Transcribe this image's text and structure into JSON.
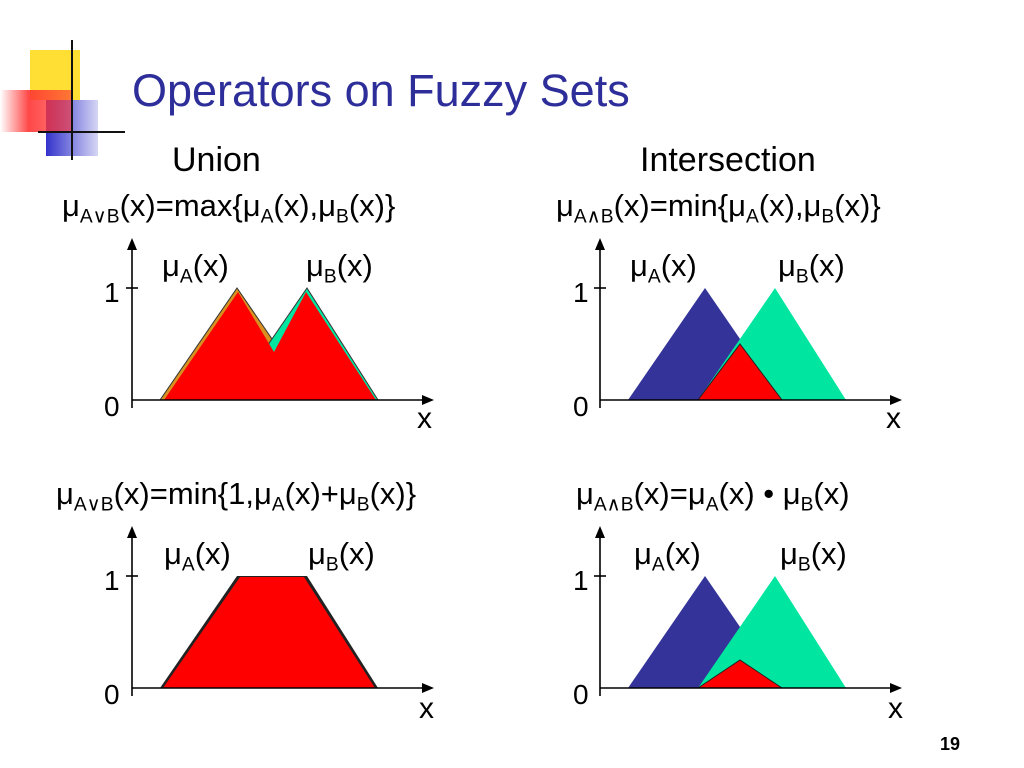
{
  "slide": {
    "title": "Operators on Fuzzy Sets",
    "page_number": "19",
    "colors": {
      "title": "#2e2e9a",
      "set_a": "#333399",
      "set_b": "#00e6a0",
      "result": "#ff0000",
      "logo_yellow": "#ffdf33",
      "logo_blue": "#3333cc",
      "logo_red": "#ff3333"
    }
  },
  "columns": {
    "union": "Union",
    "intersection": "Intersection"
  },
  "panels": [
    {
      "id": "union-max",
      "formula": {
        "mu": "μ",
        "sub": "A∨B",
        "rest_html": "(x)=max{μ<sub>A</sub>(x),μ<sub>B</sub>(x)}"
      },
      "label_a": {
        "mu": "μ",
        "sub": "A",
        "rest": "(x)"
      },
      "label_b": {
        "mu": "μ",
        "sub": "B",
        "rest": "(x)"
      },
      "y_ticks": [
        "1",
        "0"
      ],
      "x_label": "x",
      "result_peak": 1.0,
      "result_kind": "max"
    },
    {
      "id": "intersection-min",
      "formula": {
        "mu": "μ",
        "sub": "A∧B",
        "rest_html": "(x)=min{μ<sub>A</sub>(x),μ<sub>B</sub>(x)}"
      },
      "label_a": {
        "mu": "μ",
        "sub": "A",
        "rest": "(x)"
      },
      "label_b": {
        "mu": "μ",
        "sub": "B",
        "rest": "(x)"
      },
      "y_ticks": [
        "1",
        "0"
      ],
      "x_label": "x",
      "result_peak": 0.5,
      "result_kind": "min"
    },
    {
      "id": "union-bounded-sum",
      "formula": {
        "mu": "μ",
        "sub": "A∨B",
        "rest_html": "(x)=min{1,μ<sub>A</sub>(x)+μ<sub>B</sub>(x)}"
      },
      "label_a": {
        "mu": "μ",
        "sub": "A",
        "rest": "(x)"
      },
      "label_b": {
        "mu": "μ",
        "sub": "B",
        "rest": "(x)"
      },
      "y_ticks": [
        "1",
        "0"
      ],
      "x_label": "x",
      "result_peak": 1.0,
      "result_kind": "bounded-sum"
    },
    {
      "id": "intersection-product",
      "formula": {
        "mu": "μ",
        "sub": "A∧B",
        "rest_html": "(x)=μ<sub>A</sub>(x) • μ<sub>B</sub>(x)"
      },
      "label_a": {
        "mu": "μ",
        "sub": "A",
        "rest": "(x)"
      },
      "label_b": {
        "mu": "μ",
        "sub": "B",
        "rest": "(x)"
      },
      "y_ticks": [
        "1",
        "0"
      ],
      "x_label": "x",
      "result_peak": 0.25,
      "result_kind": "product"
    }
  ]
}
